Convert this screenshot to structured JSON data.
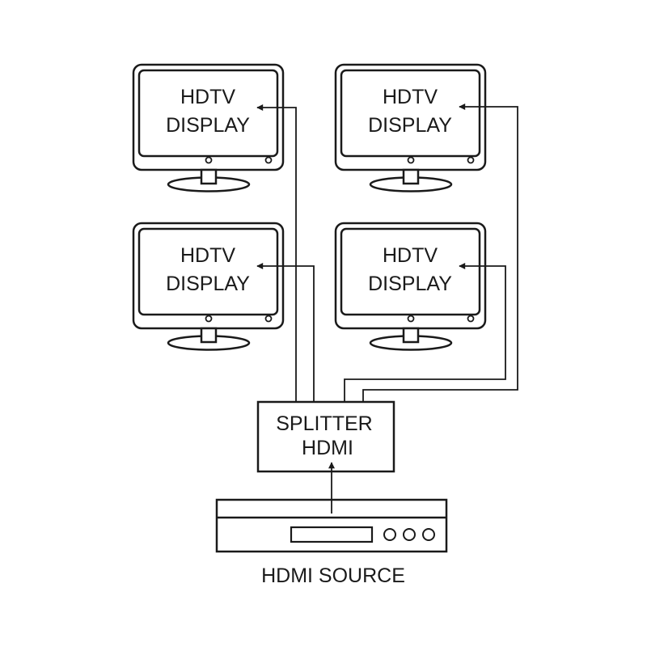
{
  "diagram": {
    "title": "HDMI splitter to four HDTV displays",
    "stroke_color": "#1a1a1a",
    "background": "#ffffff",
    "displays": [
      {
        "id": "display-top-left",
        "line1": "HDTV",
        "line2": "DISPLAY"
      },
      {
        "id": "display-top-right",
        "line1": "HDTV",
        "line2": "DISPLAY"
      },
      {
        "id": "display-bottom-left",
        "line1": "HDTV",
        "line2": "DISPLAY"
      },
      {
        "id": "display-bottom-right",
        "line1": "HDTV",
        "line2": "DISPLAY"
      }
    ],
    "splitter": {
      "line1": "SPLITTER",
      "line2": "HDMI"
    },
    "source": {
      "label": "HDMI SOURCE"
    },
    "connections": [
      {
        "from": "source",
        "to": "splitter"
      },
      {
        "from": "splitter",
        "to": "display-top-left"
      },
      {
        "from": "splitter",
        "to": "display-bottom-left"
      },
      {
        "from": "splitter",
        "to": "display-bottom-right"
      },
      {
        "from": "splitter",
        "to": "display-top-right"
      }
    ]
  }
}
